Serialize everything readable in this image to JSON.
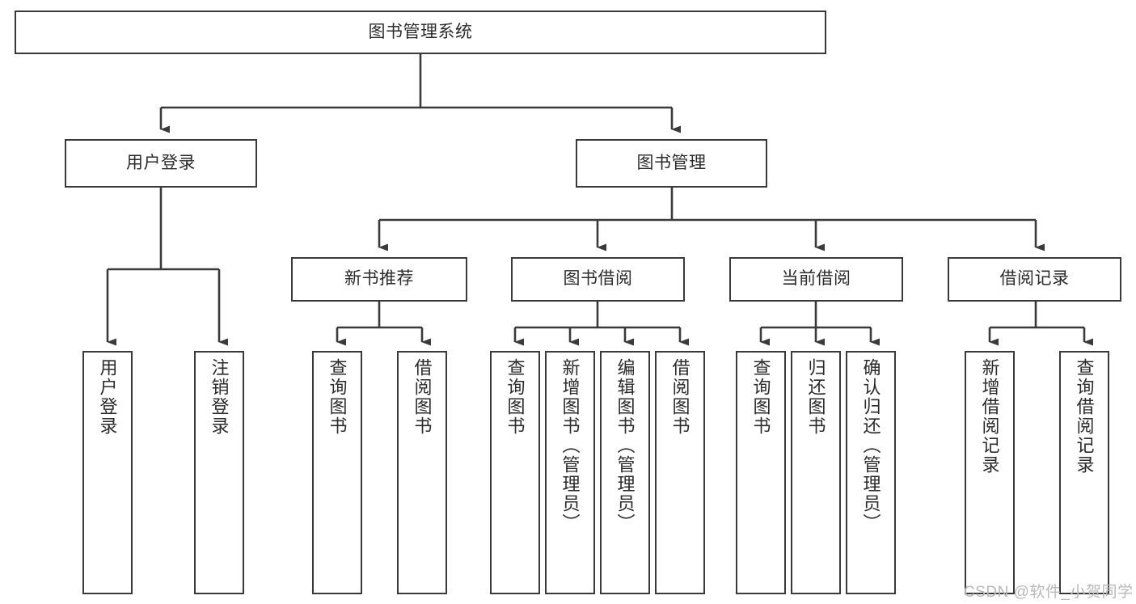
{
  "diagram": {
    "title": "图书管理系统",
    "type": "tree",
    "orientation": "top-down",
    "stroke_color": "#3a3a3a",
    "text_color": "#2b2b2b",
    "background_color": "#ffffff",
    "nodes": {
      "root": {
        "label": "图书管理系统"
      },
      "level2": [
        {
          "id": "user-login",
          "label": "用户登录"
        },
        {
          "id": "book-management",
          "label": "图书管理"
        }
      ],
      "level3": [
        {
          "id": "new-book-recommend",
          "label": "新书推荐"
        },
        {
          "id": "book-borrow",
          "label": "图书借阅"
        },
        {
          "id": "current-borrow",
          "label": "当前借阅"
        },
        {
          "id": "borrow-record",
          "label": "借阅记录"
        }
      ],
      "leaves": {
        "user-login": [
          {
            "id": "leaf-user-login",
            "label": "用户登录"
          },
          {
            "id": "leaf-logout-login",
            "label": "注销登录"
          }
        ],
        "new-book-recommend": [
          {
            "id": "leaf-query-book-1",
            "label": "查询图书"
          },
          {
            "id": "leaf-borrow-book-1",
            "label": "借阅图书"
          }
        ],
        "book-borrow": [
          {
            "id": "leaf-query-book-2",
            "label": "查询图书"
          },
          {
            "id": "leaf-add-book-admin",
            "label": "新增图书（管理员）"
          },
          {
            "id": "leaf-edit-book-admin",
            "label": "编辑图书（管理员）"
          },
          {
            "id": "leaf-borrow-book-2",
            "label": "借阅图书"
          }
        ],
        "current-borrow": [
          {
            "id": "leaf-query-book-3",
            "label": "查询图书"
          },
          {
            "id": "leaf-return-book",
            "label": "归还图书"
          },
          {
            "id": "leaf-confirm-return-admin",
            "label": "确认归还（管理员）"
          }
        ],
        "borrow-record": [
          {
            "id": "leaf-add-borrow-record",
            "label": "新增借阅记录"
          },
          {
            "id": "leaf-query-borrow-record",
            "label": "查询借阅记录"
          }
        ]
      }
    },
    "watermark": "CSDN @软件_小贺同学"
  }
}
